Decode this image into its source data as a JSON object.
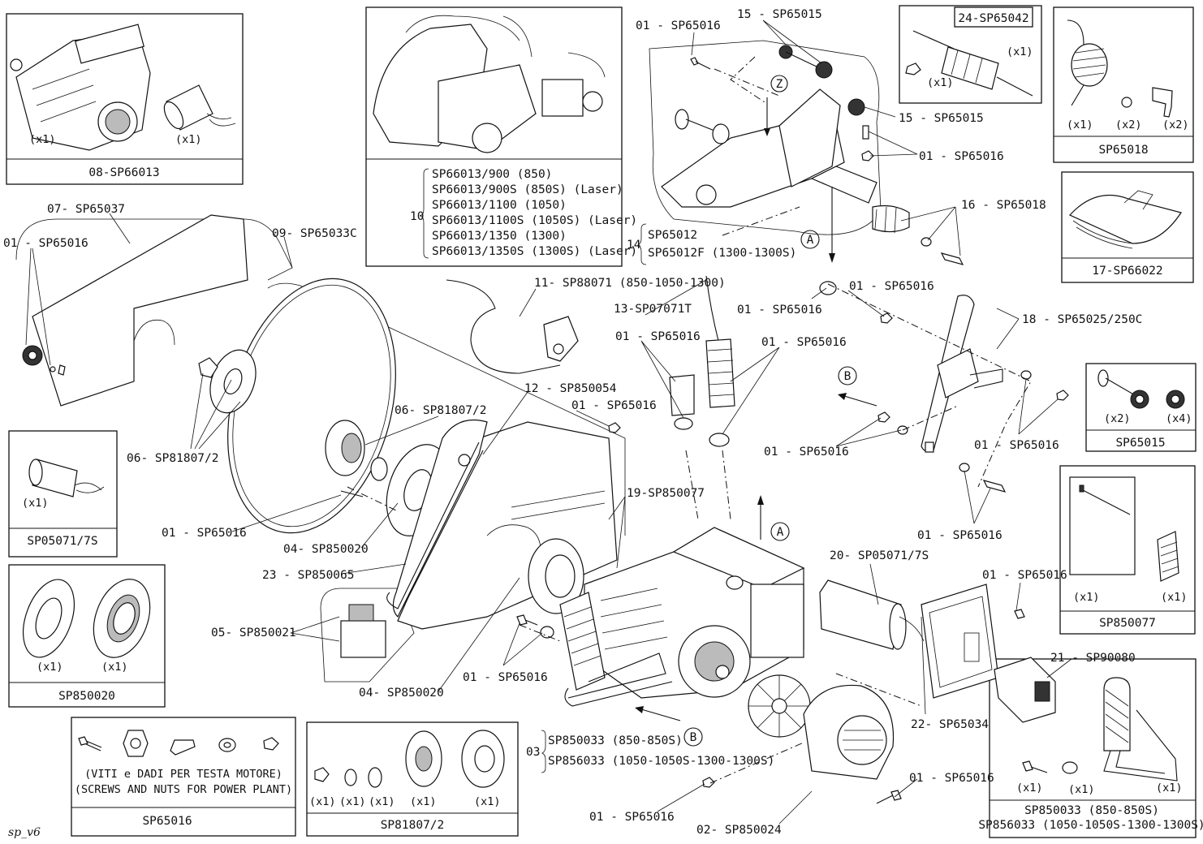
{
  "signature": "sp_v6",
  "panels": {
    "p08": {
      "code": "08-SP66013",
      "q1": "(x1)",
      "q2": "(x1)"
    },
    "p10": {
      "num": "10",
      "lines": [
        "SP66013/900 (850)",
        "SP66013/900S (850S) (Laser)",
        "SP66013/1100 (1050)",
        "SP66013/1100S (1050S) (Laser)",
        "SP66013/1350 (1300)",
        "SP66013/1350S (1300S) (Laser)"
      ]
    },
    "p24": {
      "code": "24-SP65042",
      "q1": "(x1)",
      "q2": "(x1)"
    },
    "p18": {
      "code": "SP65018",
      "q1": "(x1)",
      "q2": "(x2)",
      "q3": "(x2)"
    },
    "p17": {
      "code": "17-SP66022"
    },
    "p15": {
      "code": "SP65015",
      "q1": "(x2)",
      "q2": "(x4)"
    },
    "p0507": {
      "code": "SP05071/7S",
      "q1": "(x1)"
    },
    "p850020": {
      "code": "SP850020",
      "q1": "(x1)",
      "q2": "(x1)"
    },
    "p850077": {
      "code": "SP850077",
      "q1": "(x1)",
      "q2": "(x1)"
    },
    "p65016": {
      "code": "SP65016",
      "desc1": "(VITI e DADI PER TESTA MOTORE)",
      "desc2": "(SCREWS AND NUTS FOR POWER PLANT)"
    },
    "p81807": {
      "code": "SP81807/2",
      "q1": "(x1)",
      "q2": "(x1)",
      "q3": "(x1)",
      "q4": "(x1)",
      "q5": "(x1)"
    },
    "p850033": {
      "code1": "SP850033 (850-850S)",
      "code2": "SP856033 (1050-1050S-1300-1300S)",
      "q1": "(x1)",
      "q2": "(x1)",
      "q3": "(x1)"
    }
  },
  "callouts": {
    "c07": "07- SP65037",
    "c01a": "01 - SP65016",
    "c09": "09- SP65033C",
    "c06a": "06- SP81807/2",
    "c06b": "06- SP81807/2",
    "c01b": "01 - SP65016",
    "c04a": "04- SP850020",
    "c23": "23 - SP850065",
    "c05": "05- SP850021",
    "c04b": "04- SP850020",
    "c01c": "01 - SP65016",
    "c12": "12 - SP850054",
    "c01d": "01 - SP65016",
    "c11": "11- SP88071 (850-1050-1300)",
    "c13": "13-SP07071T",
    "c01e": "01 - SP65016",
    "c01f": "01 - SP65016",
    "c19": "19-SP850077",
    "c01top": "01 - SP65016",
    "c15a": "15 - SP65015",
    "c15b": "15 - SP65015",
    "c01g": "01 - SP65016",
    "c14num": "14",
    "c14a": "SP65012",
    "c14b": "SP65012F (1300-1300S)",
    "c16": "16 - SP65018",
    "c01h": "01 - SP65016",
    "c01i": "01 - SP65016",
    "c18": "18 - SP65025/250C",
    "c01j": "01 - SP65016",
    "c01k": "01 - SP65016",
    "c01l": "01 - SP65016",
    "c20": "20- SP05071/7S",
    "c01m": "01 - SP65016",
    "c21": "21 - SP90080",
    "c22": "22- SP65034",
    "c03num": "03",
    "c03a": "SP850033 (850-850S)",
    "c03b": "SP856033 (1050-1050S-1300-1300S)",
    "c01n": "01 - SP65016",
    "c01o": "01 - SP65016",
    "c02": "02- SP850024"
  },
  "markers": {
    "A": "A",
    "B": "B",
    "Z": "Z"
  }
}
